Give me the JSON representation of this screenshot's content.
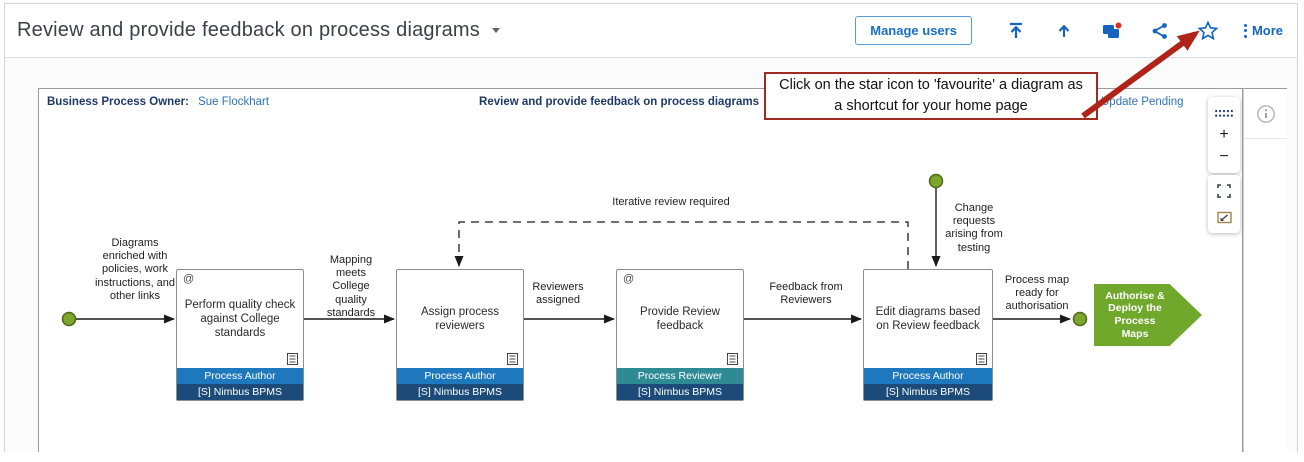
{
  "header": {
    "title": "Review and provide feedback on process diagrams",
    "manage_users_label": "Manage users",
    "more_label": "More",
    "icons": [
      "publish-to-top-icon",
      "promote-icon",
      "comments-icon",
      "share-icon",
      "favourite-star-icon",
      "more-kebab-icon"
    ]
  },
  "callout": {
    "text": "Click on the star icon to 'favourite' a diagram as a shortcut for your home page"
  },
  "diagram": {
    "owner_label": "Business Process Owner:",
    "owner_name": "Sue Flockhart",
    "title": "Review and provide feedback on process diagrams",
    "status": "Update Pending",
    "at_symbol": "@",
    "steps": [
      {
        "title": "Perform quality check against College standards",
        "role": "Process Author",
        "system": "[S] Nimbus BPMS",
        "has_attachment": true
      },
      {
        "title": "Assign process reviewers",
        "role": "Process Author",
        "system": "[S] Nimbus BPMS",
        "has_attachment": false
      },
      {
        "title": "Provide Review feedback",
        "role": "Process Reviewer",
        "system": "[S] Nimbus BPMS",
        "has_attachment": true
      },
      {
        "title": "Edit diagrams based on Review feedback",
        "role": "Process Author",
        "system": "[S] Nimbus BPMS",
        "has_attachment": false
      }
    ],
    "terminator_label": "Authorise &\nDeploy the\nProcess\nMaps",
    "edge_labels": {
      "input": "Diagrams\nenriched with\npolicies, work\ninstructions, and\nother links",
      "quality": "Mapping\nmeets\nCollege\nquality\nstandards",
      "reviewers": "Reviewers\nassigned",
      "feedback": "Feedback from\nReviewers",
      "ready": "Process map\nready for\nauthorisation",
      "iterative": "Iterative review required",
      "change": "Change\nrequests\narising from\ntesting"
    }
  },
  "controls": {
    "zoom_in": "+",
    "zoom_out": "−"
  },
  "colors": {
    "accent_blue": "#1565c0",
    "role_author_band": "#1d78be",
    "role_reviewer_band": "#2e8b96",
    "system_band": "#1c4b79",
    "navy_text": "#1f3a68",
    "link_blue": "#2e75b6",
    "terminator_green": "#70a82c",
    "event_dot_green": "#7ba62c",
    "callout_border_red": "#a02c21",
    "arrow_red": "#b02318"
  }
}
